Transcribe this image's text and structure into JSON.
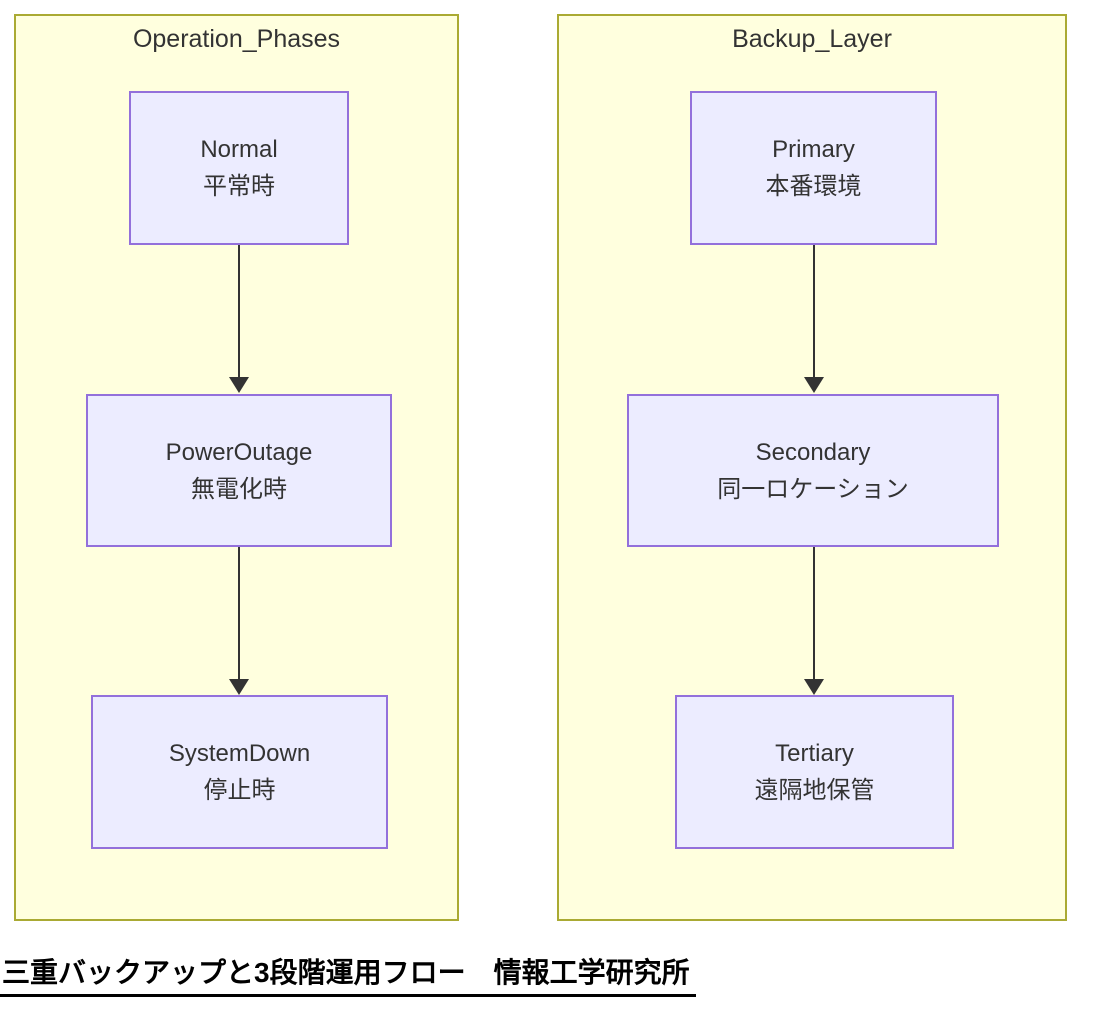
{
  "diagram": {
    "type": "flowchart",
    "clusters": [
      {
        "title": "Operation_Phases",
        "nodes": [
          {
            "label": "Normal",
            "sublabel": "平常時"
          },
          {
            "label": "PowerOutage",
            "sublabel": "無電化時"
          },
          {
            "label": "SystemDown",
            "sublabel": "停止時"
          }
        ],
        "edges": [
          {
            "from": "Normal",
            "to": "PowerOutage"
          },
          {
            "from": "PowerOutage",
            "to": "SystemDown"
          }
        ]
      },
      {
        "title": "Backup_Layer",
        "nodes": [
          {
            "label": "Primary",
            "sublabel": "本番環境"
          },
          {
            "label": "Secondary",
            "sublabel": "同一ロケーション"
          },
          {
            "label": "Tertiary",
            "sublabel": "遠隔地保管"
          }
        ],
        "edges": [
          {
            "from": "Primary",
            "to": "Secondary"
          },
          {
            "from": "Secondary",
            "to": "Tertiary"
          }
        ]
      }
    ],
    "caption": "三重バックアップと3段階運用フロー　情報工学研究所",
    "colors": {
      "cluster_fill": "#ffffde",
      "cluster_border": "#aaaa33",
      "node_fill": "#ECECFF",
      "node_border": "#9370DB",
      "edge": "#333333",
      "node_text": "#333333",
      "caption_text": "#000000"
    }
  }
}
